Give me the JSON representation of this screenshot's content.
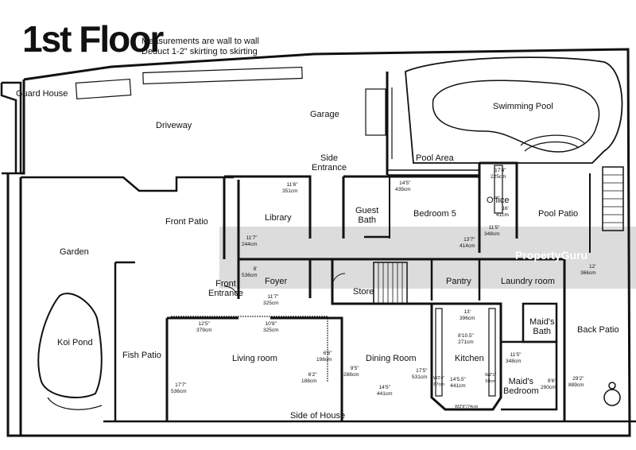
{
  "header": {
    "title": "1st Floor",
    "note_line1": "Measurements are wall to wall",
    "note_line2": "Deduct 1-2\" skirting to skirting"
  },
  "rooms": {
    "guard_house": "Guard House",
    "driveway": "Driveway",
    "garage": "Garage",
    "swimming_pool": "Swimming Pool",
    "pool_area": "Pool Area",
    "side_entrance_1": "Side",
    "side_entrance_2": "Entrance",
    "front_patio": "Front Patio",
    "library": "Library",
    "guest_bath_1": "Guest",
    "guest_bath_2": "Bath",
    "bedroom5": "Bedroom 5",
    "office": "Office",
    "pool_patio": "Pool Patio",
    "garden": "Garden",
    "front_entrance_1": "Front",
    "front_entrance_2": "Entrance",
    "foyer": "Foyer",
    "store": "Store",
    "pantry": "Pantry",
    "laundry_room": "Laundry room",
    "koi_pond": "Koi Pond",
    "fish_patio": "Fish Patio",
    "living_room": "Living room",
    "dining_room": "Dining Room",
    "kitchen": "Kitchen",
    "maids_bath_1": "Maid's",
    "maids_bath_2": "Bath",
    "maids_bedroom_1": "Maid's",
    "maids_bedroom_2": "Bedroom",
    "back_patio": "Back Patio",
    "side_of_house": "Side of House"
  },
  "dimensions": {
    "library_w_ft": "11'6\"",
    "library_w_cm": "351cm",
    "library_d_ft": "11'7\"",
    "library_d_cm": "244cm",
    "bedroom5_w_ft": "14'5\"",
    "bedroom5_w_cm": "439cm",
    "bedroom5_d_ft": "13'7\"",
    "bedroom5_d_cm": "414cm",
    "office_w_ft": "17'4\"",
    "office_w_cm": "225cm",
    "office_d_ft": "16'",
    "office_d_cm": "41cm",
    "office_x_ft": "11'5\"",
    "office_x_cm": "348cm",
    "foyer_w_ft": "11'7\"",
    "foyer_w_cm": "325cm",
    "foyer_d_ft": "8'",
    "foyer_d_cm": "536cm",
    "living_a_ft": "12'5\"",
    "living_a_cm": "379cm",
    "living_b_ft": "10'8\"",
    "living_b_cm": "325cm",
    "living_d_ft": "17'7\"",
    "living_d_cm": "536cm",
    "hall_a_ft": "6'6\"",
    "hall_a_cm": "198cm",
    "hall_b_ft": "6'2\"",
    "hall_b_cm": "188cm",
    "dining_d_ft": "9'5\"",
    "dining_d_cm": "288cm",
    "dining_w_ft": "14'5\"",
    "dining_w_cm": "441cm",
    "dining_x_ft": "17'5\"",
    "dining_x_cm": "531cm",
    "kitchen_top_ft": "13'",
    "kitchen_top_cm": "396cm",
    "kitchen_mid_ft": "8'10.5\"",
    "kitchen_mid_cm": "271cm",
    "kitchen_low_ft": "14'5.5\"",
    "kitchen_low_cm": "441cm",
    "kitchen_left": "W2'4\"",
    "kitchen_left_cm": "67cm",
    "kitchen_right": "W2'1\"",
    "kitchen_right_cm": "58cm",
    "kitchen_bottom": "W2'9\"/74cm",
    "laundry_ft": "12'",
    "laundry_cm": "366cm",
    "maid_w_ft": "11'5\"",
    "maid_w_cm": "348cm",
    "maid_d_ft": "9'6\"",
    "maid_d_cm": "290cm",
    "backpatio_ft": "29'2\"",
    "backpatio_cm": "889cm"
  },
  "watermark": "PropertyGuru"
}
